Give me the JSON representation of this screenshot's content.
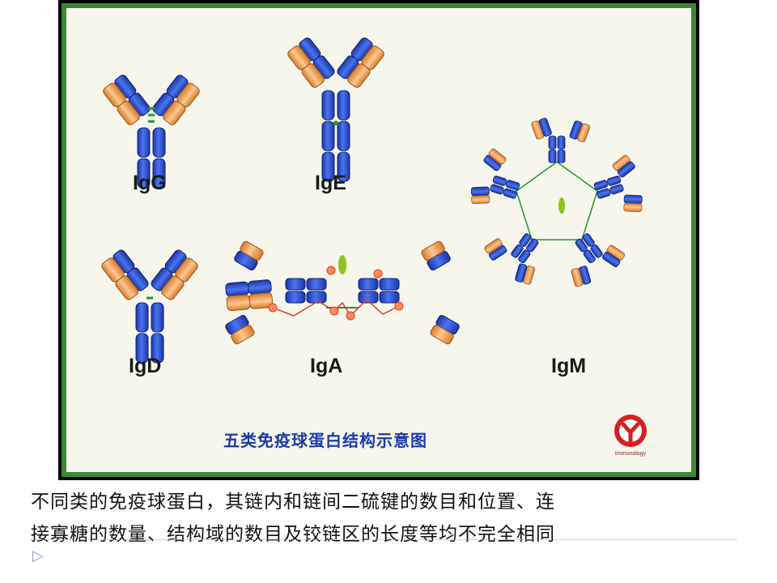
{
  "diagram": {
    "labels": {
      "igg": "IgG",
      "ige": "IgE",
      "igd": "IgD",
      "iga": "IgA",
      "igm": "IgM"
    },
    "caption": "五类免疫球蛋白结构示意图",
    "logo_text": "Immunology",
    "colors": {
      "heavy_chain": "#2a4fd0",
      "light_chain": "#f0a060",
      "disulfide": "#1f9a2a",
      "glycan": "#e85030",
      "frame": "#3a8a32"
    }
  },
  "description": {
    "line1": "不同类的免疫球蛋白，其链内和链间二硫键的数目和位置、连",
    "line2": "接寡糖的数量、结构域的数目及铰链区的长度等均不完全相同"
  },
  "bullet_icon": "triangle-bullet-icon"
}
